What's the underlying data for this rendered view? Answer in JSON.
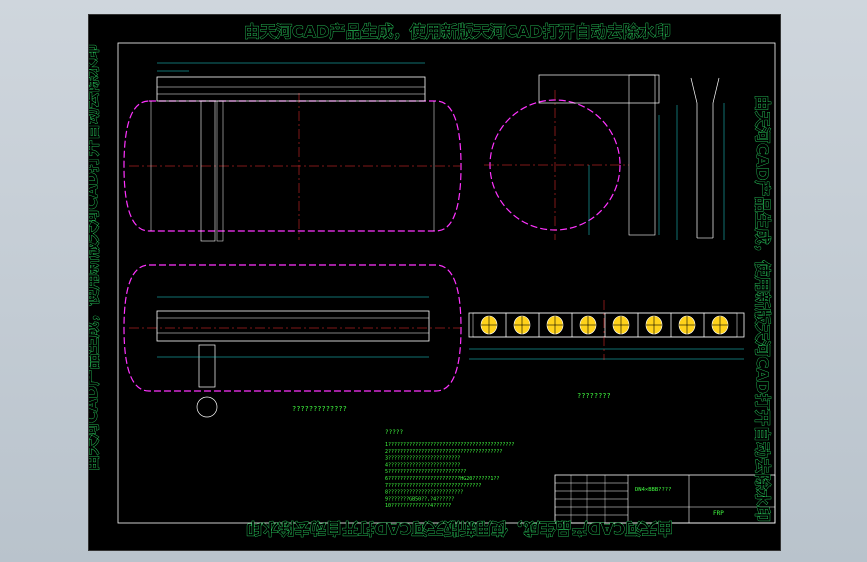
{
  "watermark": {
    "text": "由天河CAD产品生成，使用新版天河CAD打开自动去除水印"
  },
  "drawing": {
    "annotations": {
      "plan_note": "?????????????",
      "elevation_note": "????????"
    },
    "notes": {
      "title": "?????",
      "lines": [
        "1??????????????????????????????????????????",
        "2??????????????????????????????????????",
        "3????????????????????????",
        "4????????????????????????",
        "5??????????????????????????",
        "6????????????????????????HG20??????1??",
        "7???????????????????????????????",
        "8?????????????????????????",
        "9???????GB50??,?4??????",
        "10?????????????4??????"
      ]
    },
    "title_block": {
      "name_cell": "DN4×BBB????",
      "material": "FRP"
    }
  },
  "colors": {
    "background": "#000000",
    "frame": "#ffffff",
    "line": "#41ff41",
    "vessel": "#ff33ff",
    "centerline": "#ff3030",
    "dimension": "#20e0e0"
  }
}
